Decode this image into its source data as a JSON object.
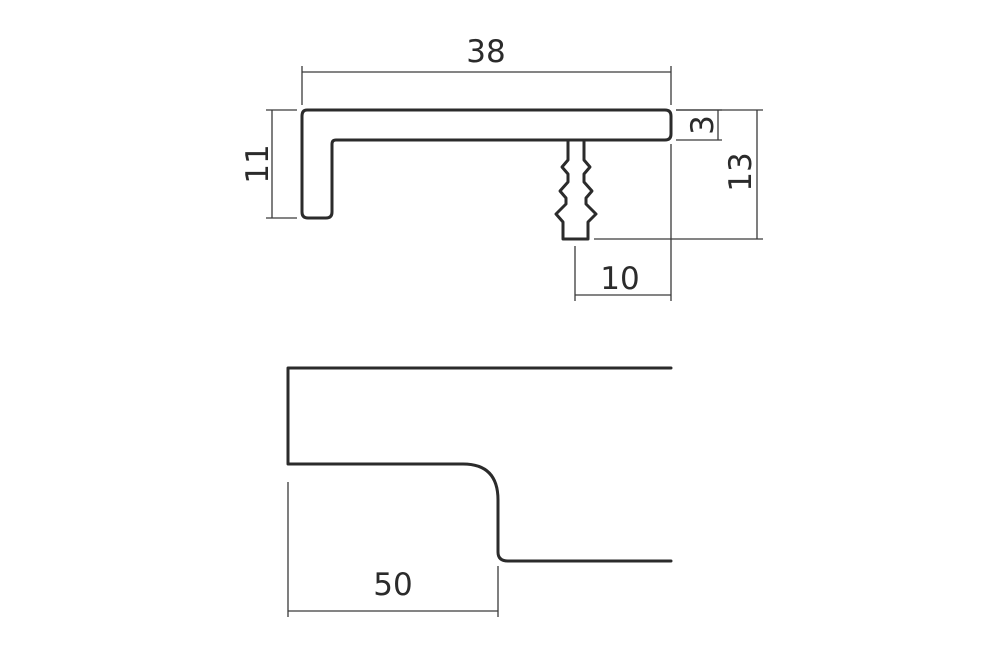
{
  "dimensions": {
    "width_38": "38",
    "height_11": "11",
    "thickness_3": "3",
    "height_13": "13",
    "width_10": "10",
    "width_50": "50"
  },
  "colors": {
    "line": "#2b2b2b",
    "dimension_line": "#3a3a3a",
    "background": "#ffffff"
  }
}
